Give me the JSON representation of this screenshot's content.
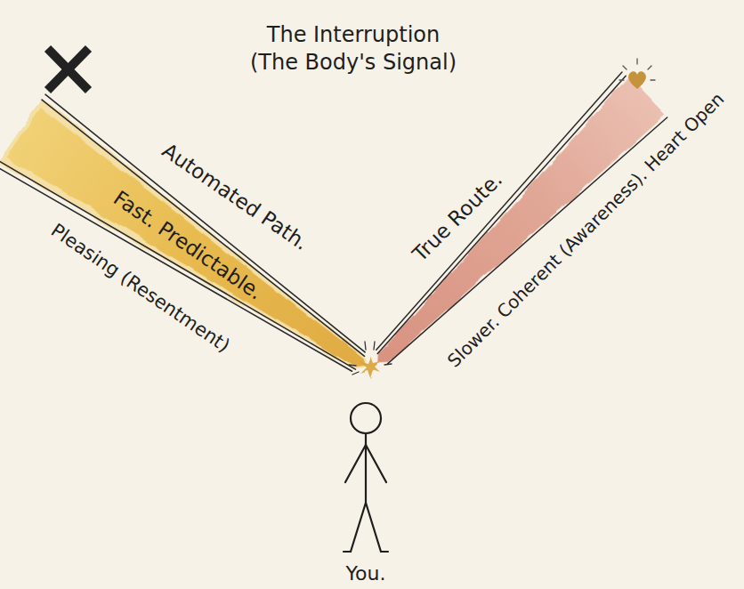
{
  "diagram": {
    "title": "The Interruption (The Body's Signal)",
    "nodes": [
      {
        "text": [
          "Automated Path.",
          "Fast. Predictable.",
          "Pleasing (Resentment)"
        ]
      },
      {
        "text": [
          "True Route.",
          "Slower. Coherent (Awareness). Heart Open"
        ]
      }
    ],
    "labels": [
      "You."
    ]
  }
}
